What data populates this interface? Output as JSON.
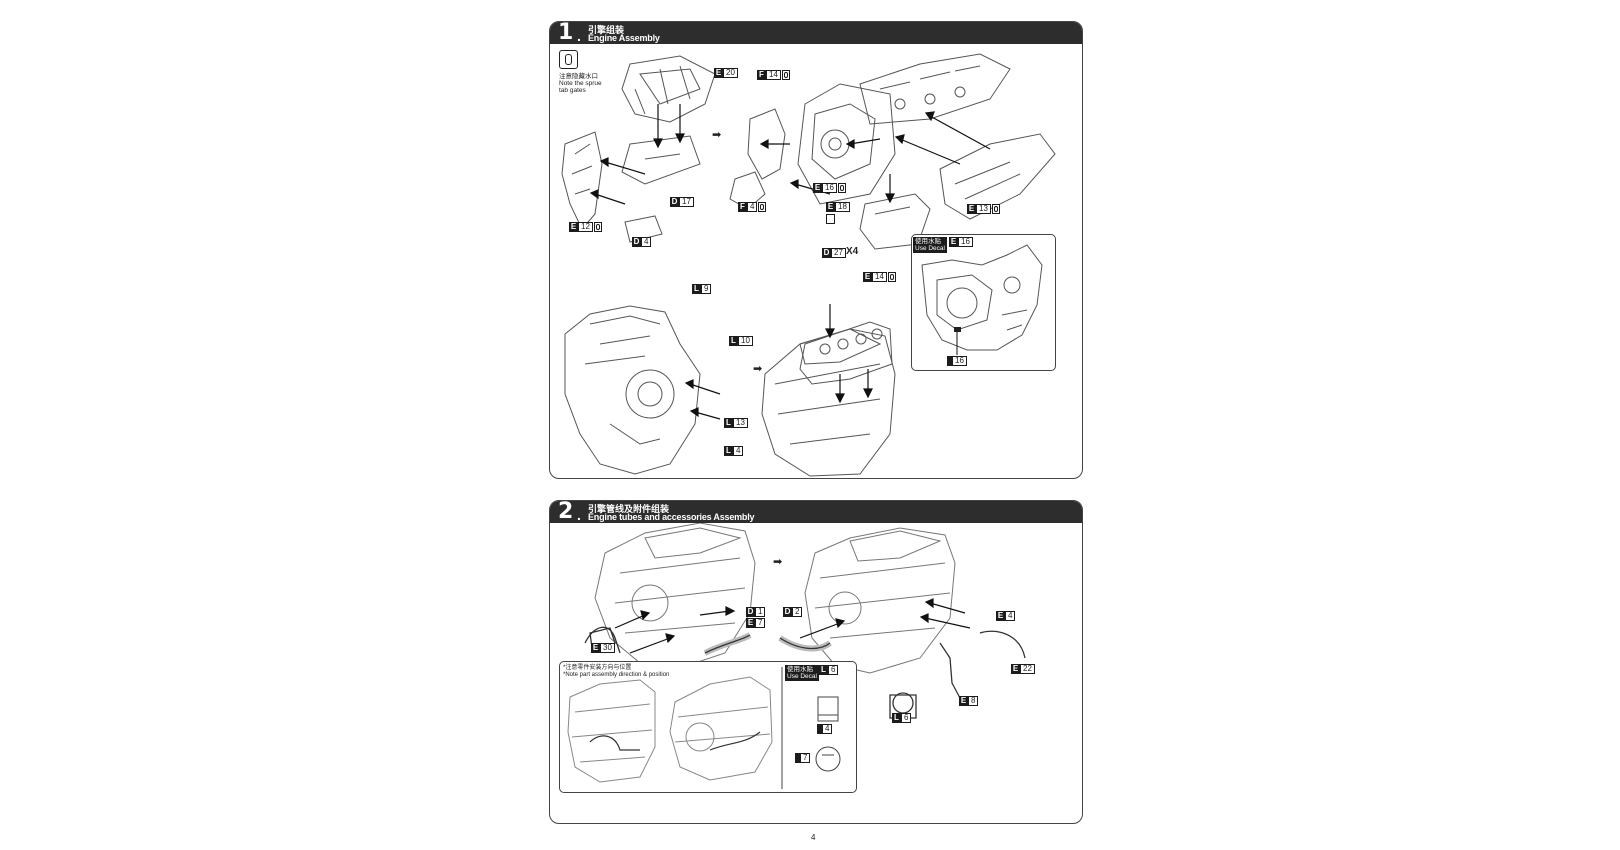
{
  "steps": [
    {
      "number": "1",
      "dot": ".",
      "title_cn": "引擎组装",
      "title_en": "Engine Assembly",
      "note_cn": "注意隐藏水口",
      "note_en_1": "Note the sprue",
      "note_en_2": "tab gates",
      "next_arrow": "➡",
      "tags": [
        {
          "letter": "E",
          "num": "20"
        },
        {
          "letter": "D",
          "num": "17"
        },
        {
          "letter": "E",
          "num": "12"
        },
        {
          "letter": "D",
          "num": "4"
        },
        {
          "letter": "F",
          "num": "14"
        },
        {
          "letter": "F",
          "num": "4"
        },
        {
          "letter": "E",
          "num": "16"
        },
        {
          "letter": "E",
          "num": "18"
        },
        {
          "letter": "E",
          "num": "13"
        },
        {
          "letter": "D",
          "num": "27"
        },
        {
          "letter": "E",
          "num": "14"
        },
        {
          "letter": "L",
          "num": "9"
        },
        {
          "letter": "L",
          "num": "10"
        },
        {
          "letter": "L",
          "num": "13"
        },
        {
          "letter": "L",
          "num": "4"
        }
      ],
      "multiplier": "X4",
      "decal_box": {
        "badge_cn": "使用水贴",
        "badge_en": "Use Decal",
        "tag": {
          "letter": "E",
          "num": "16"
        },
        "small_tag": "16"
      }
    },
    {
      "number": "2",
      "dot": ".",
      "title_cn": "引擎管线及附件组装",
      "title_en": "Engine tubes and accessories Assembly",
      "next_arrow": "➡",
      "tags": [
        {
          "letter": "D",
          "num": "1"
        },
        {
          "letter": "E",
          "num": "7"
        },
        {
          "letter": "E",
          "num": "30"
        },
        {
          "letter": "D",
          "num": "2"
        },
        {
          "letter": "E",
          "num": "4"
        },
        {
          "letter": "E",
          "num": "22"
        },
        {
          "letter": "E",
          "num": "8"
        },
        {
          "letter": "L",
          "num": "6"
        }
      ],
      "note_box": {
        "note_cn": "*注意零件安装方向与位置",
        "note_en": "*Note part assembly direction & position"
      },
      "decal_box": {
        "badge_cn": "使用水贴",
        "badge_en": "Use Decal",
        "tag": {
          "letter": "L",
          "num": "6"
        },
        "small_tag_1": "4",
        "small_tag_2": "7"
      }
    }
  ],
  "page_number": "4"
}
